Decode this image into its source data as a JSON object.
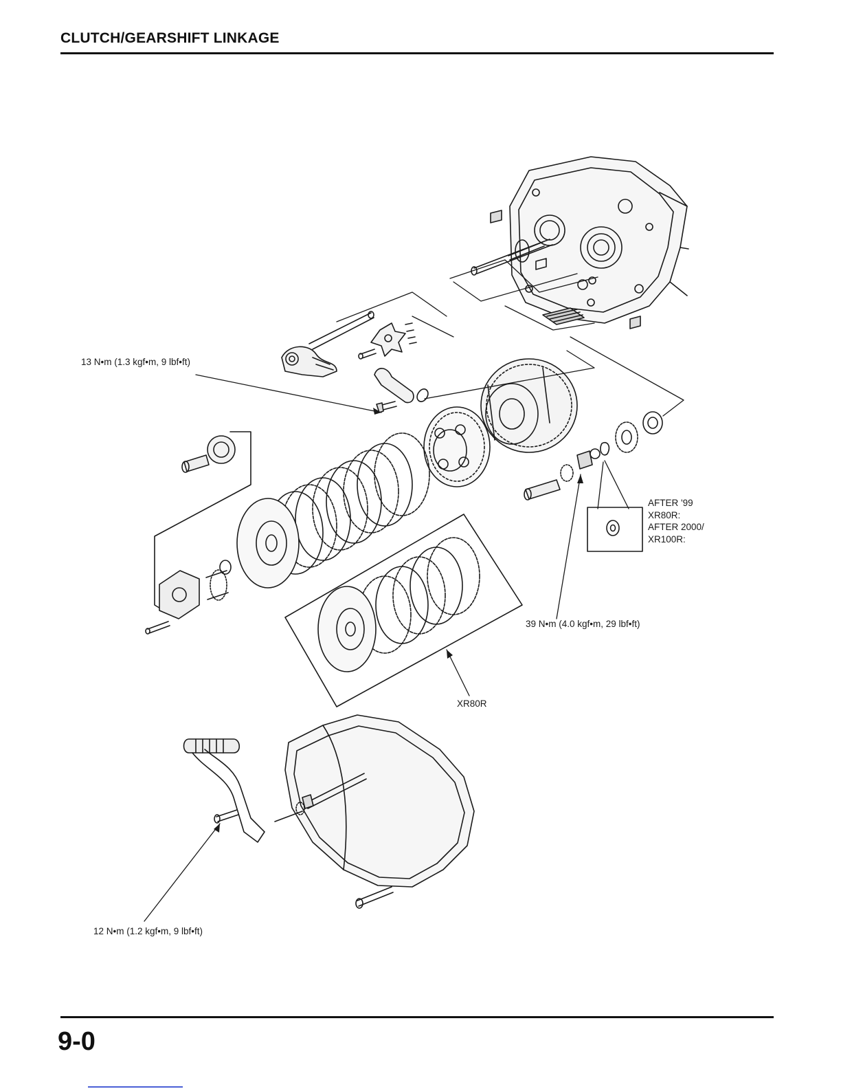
{
  "header": {
    "section_title": "CLUTCH/GEARSHIFT LINKAGE"
  },
  "footer": {
    "page_number": "9-0"
  },
  "callouts": {
    "torque_shift_bolt": "13 N•m (1.3 kgf•m, 9 lbf•ft)",
    "torque_lock_nut": "39 N•m (4.0 kgf•m, 29 lbf•ft)",
    "torque_kick_bolt": "12 N•m (1.2 kgf•m, 9 lbf•ft)",
    "model_clutch_variant": "XR80R",
    "washer_note": [
      "AFTER '99",
      "XR80R:",
      "AFTER 2000/",
      "XR100R:"
    ]
  }
}
